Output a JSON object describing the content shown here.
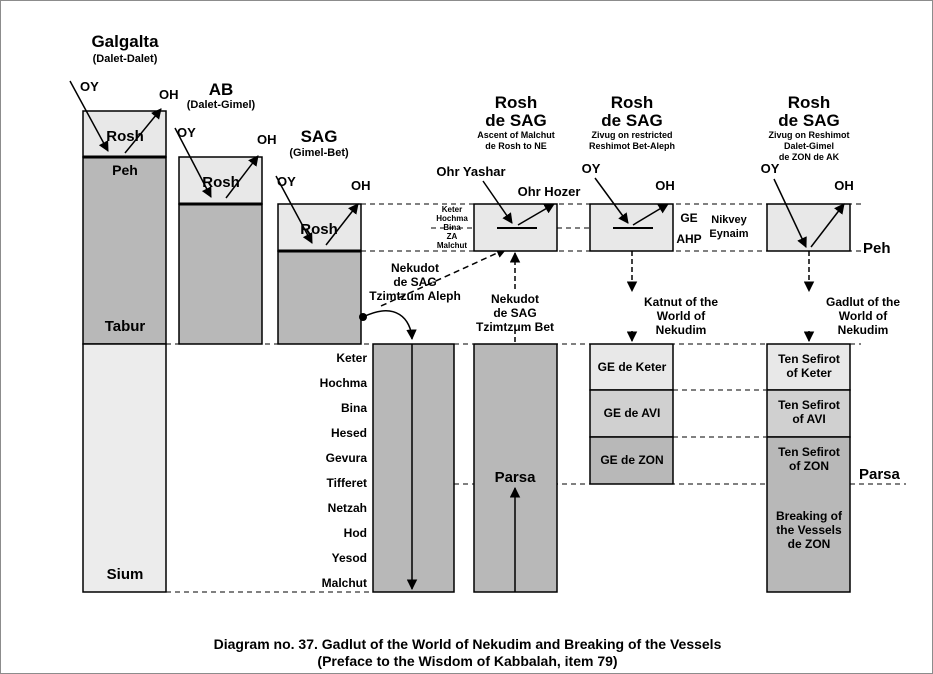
{
  "colors": {
    "light": "#e8e8e8",
    "dark": "#b8b8b8",
    "stroke": "#000000",
    "background": "#ffffff"
  },
  "galgalta": {
    "title": "Galgalta",
    "subtitle": "(Dalet-Dalet)",
    "oy": "OY",
    "oh": "OH",
    "rosh": "Rosh",
    "peh": "Peh",
    "tabur": "Tabur",
    "sium": "Sium"
  },
  "ab": {
    "title": "AB",
    "subtitle": "(Dalet-Gimel)",
    "oy": "OY",
    "oh": "OH",
    "rosh": "Rosh"
  },
  "sag": {
    "title": "SAG",
    "subtitle": "(Gimel-Bet)",
    "oy": "OY",
    "oh": "OH",
    "rosh": "Rosh"
  },
  "sefirot": [
    "Keter",
    "Hochma",
    "Bina",
    "Hesed",
    "Gevura",
    "Tifferet",
    "Netzah",
    "Hod",
    "Yesod",
    "Malchut"
  ],
  "nekudot_aleph": [
    "Nekudot",
    "de SAG",
    "Tzimtzum Aleph"
  ],
  "nekudot_bet": [
    "Nekudot",
    "de SAG",
    "Tzimtzum Bet"
  ],
  "rosh1": {
    "title1": "Rosh",
    "title2": "de SAG",
    "sub1": "Ascent of Malchut",
    "sub2": "de Rosh to NE",
    "ohr_yashar": "Ohr Yashar",
    "ohr_hozer": "Ohr Hozer",
    "levels": [
      "Keter",
      "Hochma",
      "Bina",
      "ZA",
      "Malchut"
    ]
  },
  "rosh2": {
    "title1": "Rosh",
    "title2": "de SAG",
    "sub1": "Zivug on restricted",
    "sub2": "Reshimot Bet-Aleph",
    "oy": "OY",
    "oh": "OH",
    "ge": "GE",
    "ahp": "AHP",
    "nikvey": [
      "Nikvey",
      "Eynaim"
    ]
  },
  "rosh3": {
    "title1": "Rosh",
    "title2": "de SAG",
    "sub1": "Zivug on Reshimot",
    "sub2": "Dalet-Gimel",
    "sub3": "de ZON de AK",
    "oy": "OY",
    "oh": "OH"
  },
  "peh_right": "Peh",
  "katnut": [
    "Katnut of the",
    "World of",
    "Nekudim"
  ],
  "gadlut": [
    "Gadlut of the",
    "World of",
    "Nekudim"
  ],
  "ge_boxes": [
    "GE de Keter",
    "GE de AVI",
    "GE de ZON"
  ],
  "ten_sefirot": [
    [
      "Ten Sefirot",
      "of Keter"
    ],
    [
      "Ten Sefirot",
      "of AVI"
    ],
    [
      "Ten Sefirot",
      "of ZON"
    ]
  ],
  "breaking": [
    "Breaking of",
    "the Vessels",
    "de ZON"
  ],
  "parsa_inner": "Parsa",
  "parsa_right": "Parsa",
  "caption": {
    "line1": "Diagram no. 37. Gadlut of the World of Nekudim and Breaking of the Vessels",
    "line2": "(Preface to the Wisdom of Kabbalah, item 79)"
  }
}
